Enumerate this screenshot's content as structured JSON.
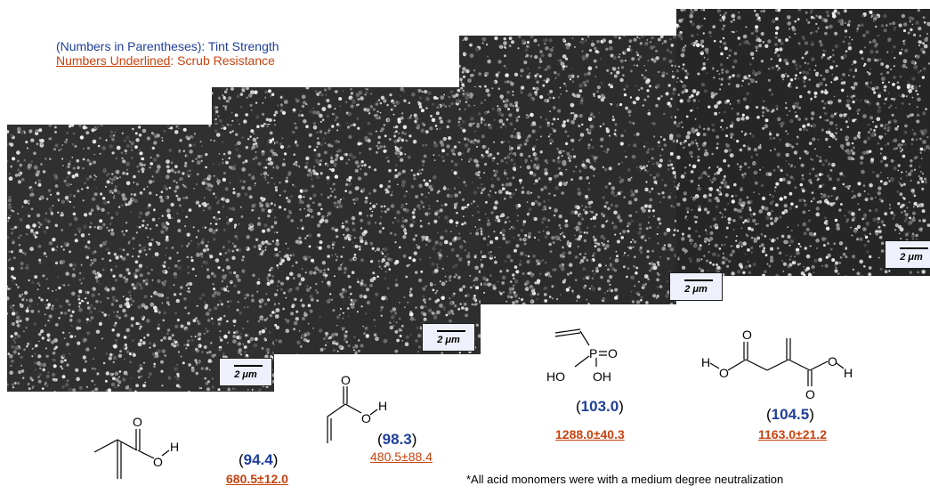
{
  "legend": {
    "tint_label": "(Numbers in Parentheses): Tint Strength",
    "scrub_label_underlined": "Numbers Underlined",
    "scrub_label_rest": ":  Scrub Resistance"
  },
  "scale_label": "2 μm",
  "samples": [
    {
      "tint": "94.4",
      "scrub": "680.5±12.0"
    },
    {
      "tint": "98.3",
      "scrub": "480.5±88.4"
    },
    {
      "tint": "103.0",
      "scrub": "1288.0±40.3"
    },
    {
      "tint": "104.5",
      "scrub": "1163.0±21.2"
    }
  ],
  "atoms": {
    "O": "O",
    "H": "H",
    "P": "P",
    "HO": "HO",
    "OH": "OH"
  },
  "footnote": "*All acid monomers were with a medium degree neutralization"
}
